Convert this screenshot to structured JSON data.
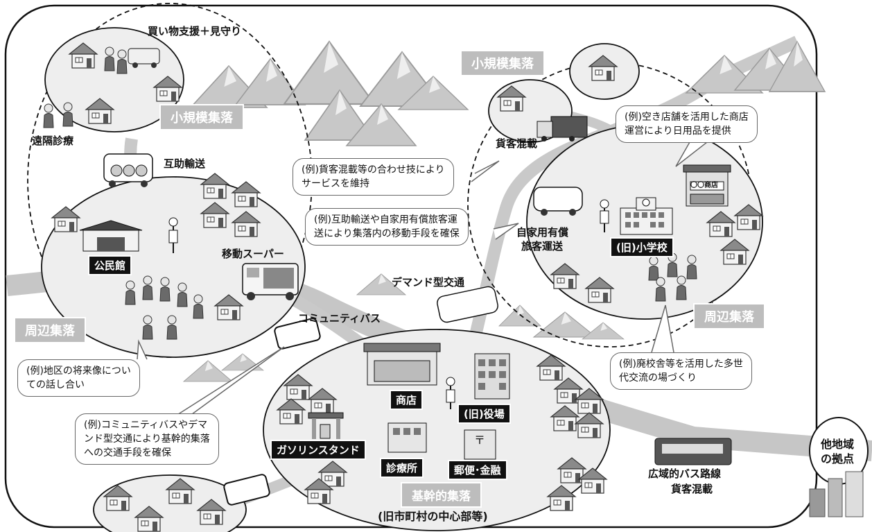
{
  "labels": {
    "shopping_support": "買い物支援＋見守り",
    "remote_medical": "遠隔診療",
    "small_settlement_left": "小規模集落",
    "small_settlement_right": "小規模集落",
    "mutual_transport": "互助輸送",
    "community_hall": "公民館",
    "mobile_supermarket": "移動スーパー",
    "surrounding_left": "周辺集落",
    "surrounding_right": "周辺集落",
    "community_bus": "コミュニティバス",
    "demand_transport": "デマンド型交通",
    "mixed_cargo_top": "貨客混載",
    "private_paid_1": "自家用有償",
    "private_paid_2": "旅客運送",
    "old_school": "(旧)小学校",
    "shop": "商店",
    "old_office": "(旧)役場",
    "gas_station": "ガソリンスタンド",
    "clinic": "診療所",
    "post_finance": "郵便･金融",
    "core_settlement": "基幹的集落",
    "core_settlement_sub": "(旧市町村の中心部等)",
    "regional_bus": "広域的バス路線",
    "mixed_cargo_bottom": "貨客混載",
    "other_region_1": "他地域",
    "other_region_2": "の拠点",
    "shop_sign": "〇〇商店"
  },
  "callouts": {
    "mixed_cargo": [
      "(例)貨客混載等の合わせ技により",
      "サービスを維持"
    ],
    "mutual": [
      "(例)互助輸送や自家用有償旅客運",
      "送により集落内の移動手段を確保"
    ],
    "vacant_store": [
      "(例)空き店舗を活用した商店",
      "運営により日用品を提供"
    ],
    "future_vision": [
      "(例)地区の将来像につい",
      "ての話し合い"
    ],
    "community_bus": [
      "(例)コミュニティバスやデマ",
      "ンド型交通により基幹的集落",
      "への交通手段を確保"
    ],
    "school_reuse": [
      "(例)廃校舎等を活用した多世",
      "代交流の場づくり"
    ]
  }
}
